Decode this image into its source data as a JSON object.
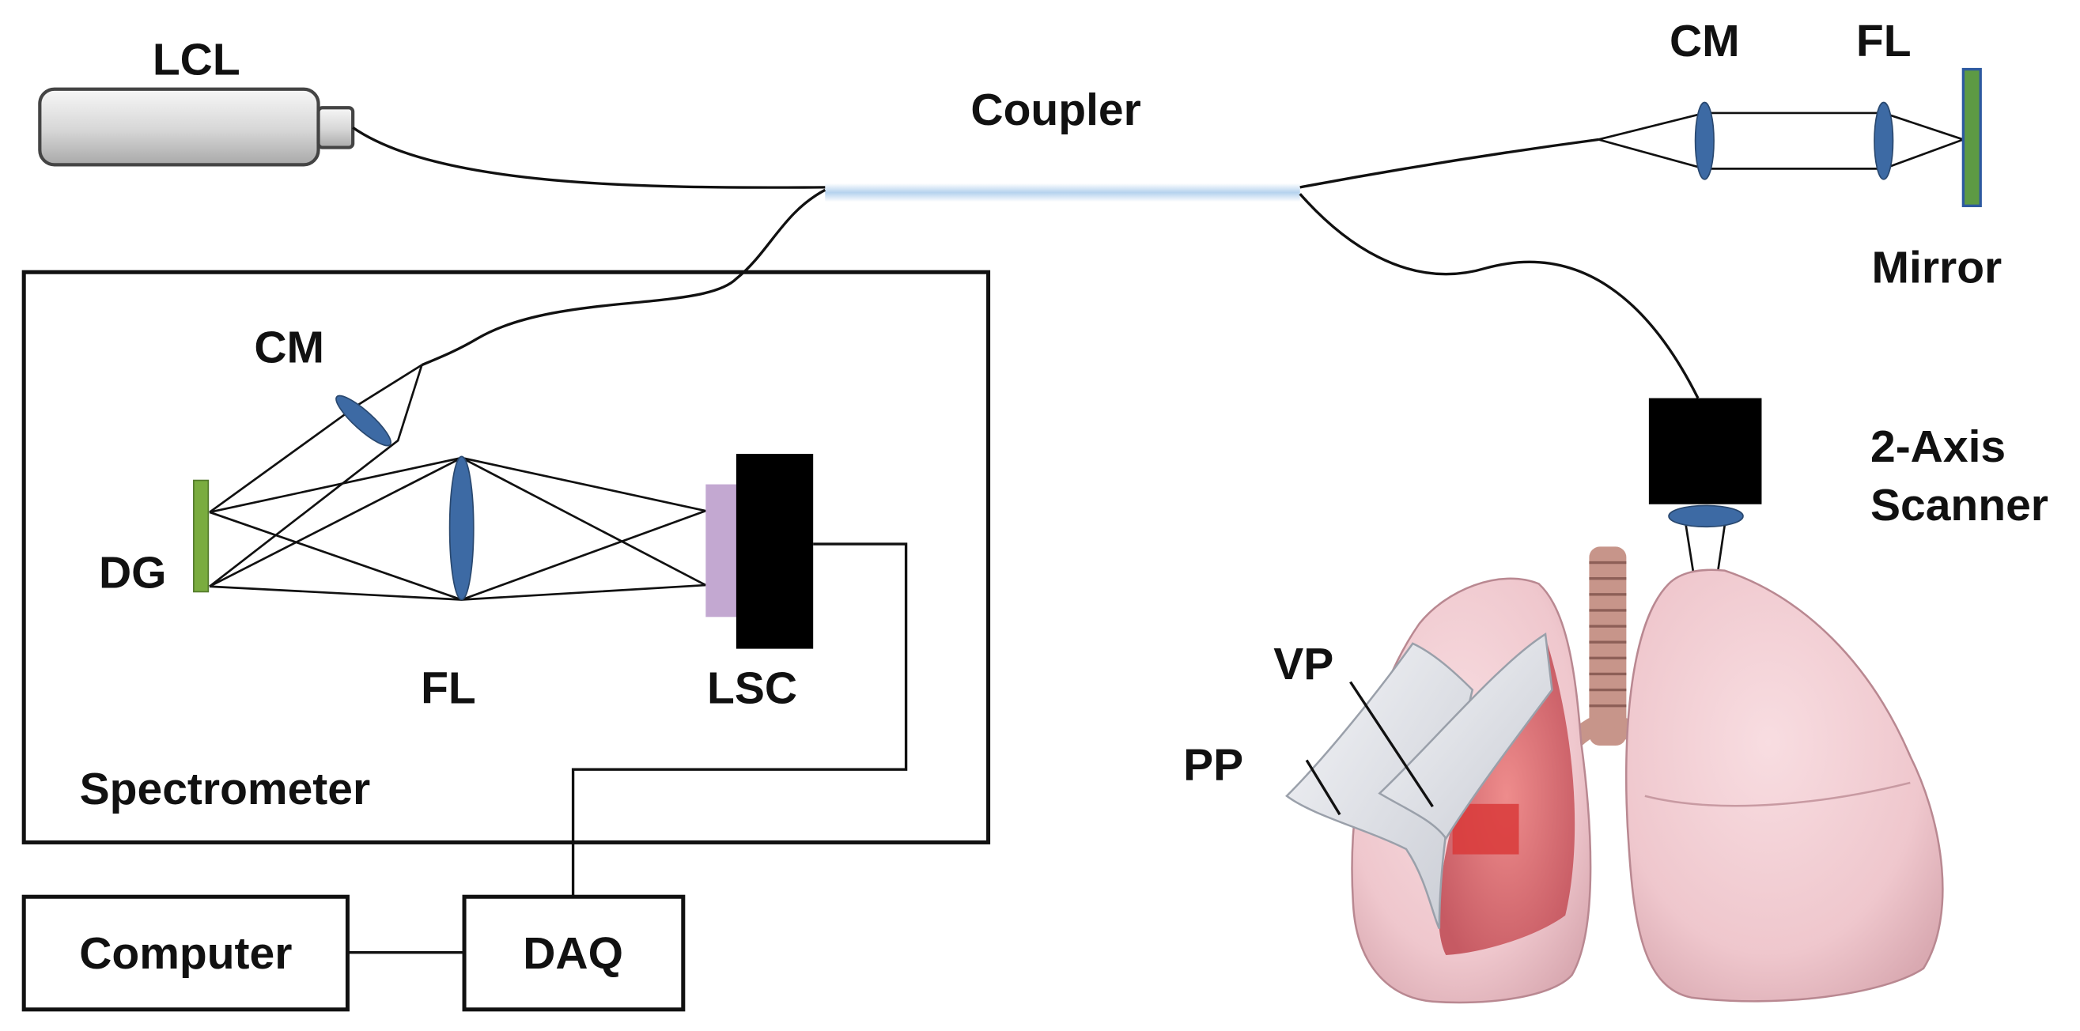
{
  "labels": {
    "lcl": "LCL",
    "coupler": "Coupler",
    "ref_cm": "CM",
    "ref_fl": "FL",
    "mirror": "Mirror",
    "scanner_line1": "2-Axis",
    "scanner_line2": "Scanner",
    "spec_cm": "CM",
    "dg": "DG",
    "spec_fl": "FL",
    "lsc": "LSC",
    "spectrometer": "Spectrometer",
    "computer": "Computer",
    "daq": "DAQ",
    "vp": "VP",
    "pp": "PP"
  },
  "colors": {
    "lens": "#3d6aa4",
    "grating": "#7aac3f",
    "mirror_face": "#5d9a44",
    "camera_window": "#c3a8d1",
    "scanner": "#000000",
    "coupler": "#b5d2ee",
    "lung": "#f1ccd2",
    "exposed_tissue": "#d56a70",
    "pleura_flap": "#dcdfe5",
    "trachea": "#c7958a"
  },
  "icons": {
    "light_source": "laser-source-icon",
    "scanner_head": "galvo-scanner-icon",
    "lungs": "lungs-illustration"
  }
}
